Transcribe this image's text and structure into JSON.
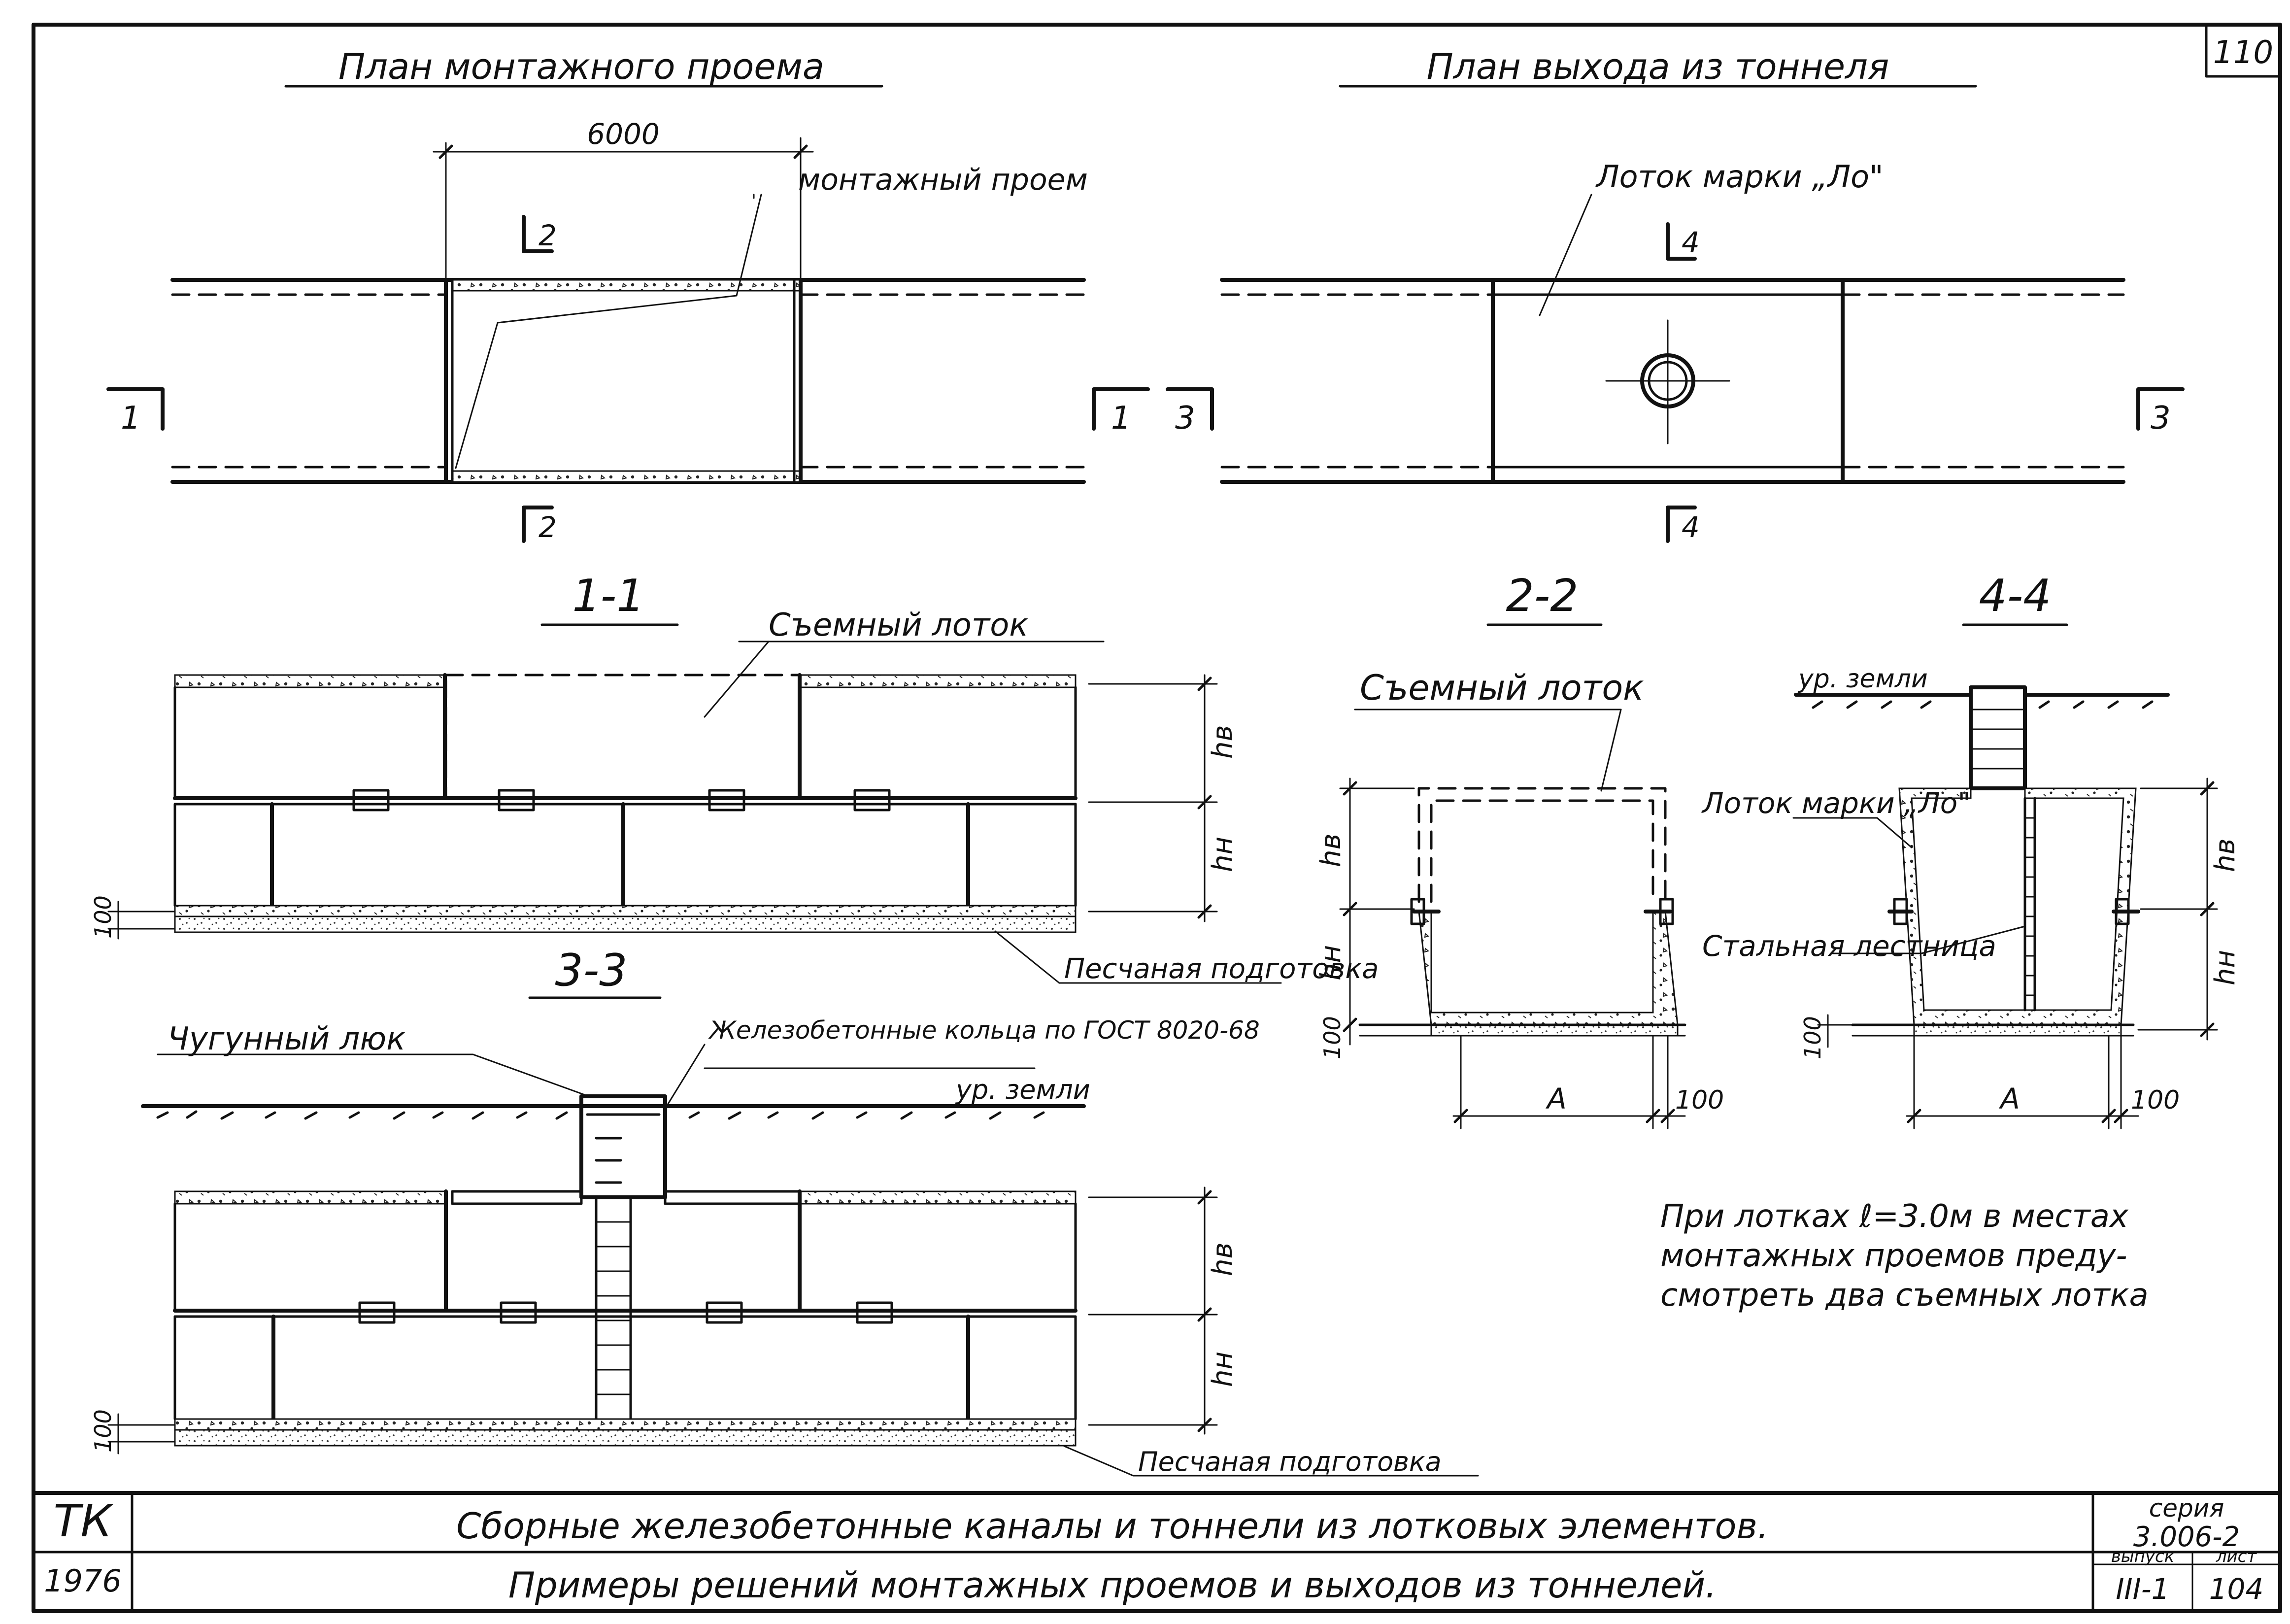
{
  "sheet": {
    "page_number": "110",
    "org": "ТК",
    "year": "1976",
    "title_main": "Сборные железобетонные каналы и тоннели из лотковых элементов.",
    "title_sub": "Примеры решений монтажных проемов и выходов из тоннелей.",
    "series_label": "серия",
    "series_value": "3.006-2",
    "issue_label": "выпуск",
    "issue_value": "III-1",
    "sheet_label": "лист",
    "sheet_value": "104"
  },
  "views": {
    "plan_opening": {
      "title": "План монтажного проема",
      "dim_6000": "6000",
      "callout": "монтажный проем",
      "marks": [
        "2",
        "2",
        "1",
        "1"
      ]
    },
    "plan_exit": {
      "title": "План выхода из тоннеля",
      "callout": "Лоток марки „Ло\"",
      "marks": [
        "4",
        "4",
        "3",
        "3"
      ]
    },
    "section_1_1": {
      "title": "1-1",
      "callout_tray": "Съемный лоток",
      "callout_sand": "Песчаная подготовка",
      "dim_hv": "hв",
      "dim_hn": "hн",
      "dim_100": "100"
    },
    "section_3_3": {
      "title": "3-3",
      "callout_hatch": "Чугунный люк",
      "callout_rings": "Железобетонные кольца по ГОСТ 8020-68",
      "ground": "ур. земли",
      "callout_sand": "Песчаная подготовка",
      "dim_hv": "hв",
      "dim_hn": "hн",
      "dim_100": "100"
    },
    "section_2_2": {
      "title": "2-2",
      "callout_tray": "Съемный лоток",
      "dim_hv": "hв",
      "dim_hn": "hн",
      "dim_100_left": "100",
      "dim_a": "A",
      "dim_100_right": "100"
    },
    "section_4_4": {
      "title": "4-4",
      "ground": "ур. земли",
      "callout_tray": "Лоток марки „Ло\"",
      "callout_ladder": "Стальная лестница",
      "dim_hv": "hв",
      "dim_hn": "hн",
      "dim_100_left": "100",
      "dim_a": "A",
      "dim_100_right": "100"
    }
  },
  "note": [
    "При лотках ℓ=3.0м в местах",
    "монтажных проемов преду-",
    "смотреть два съемных лотка"
  ]
}
